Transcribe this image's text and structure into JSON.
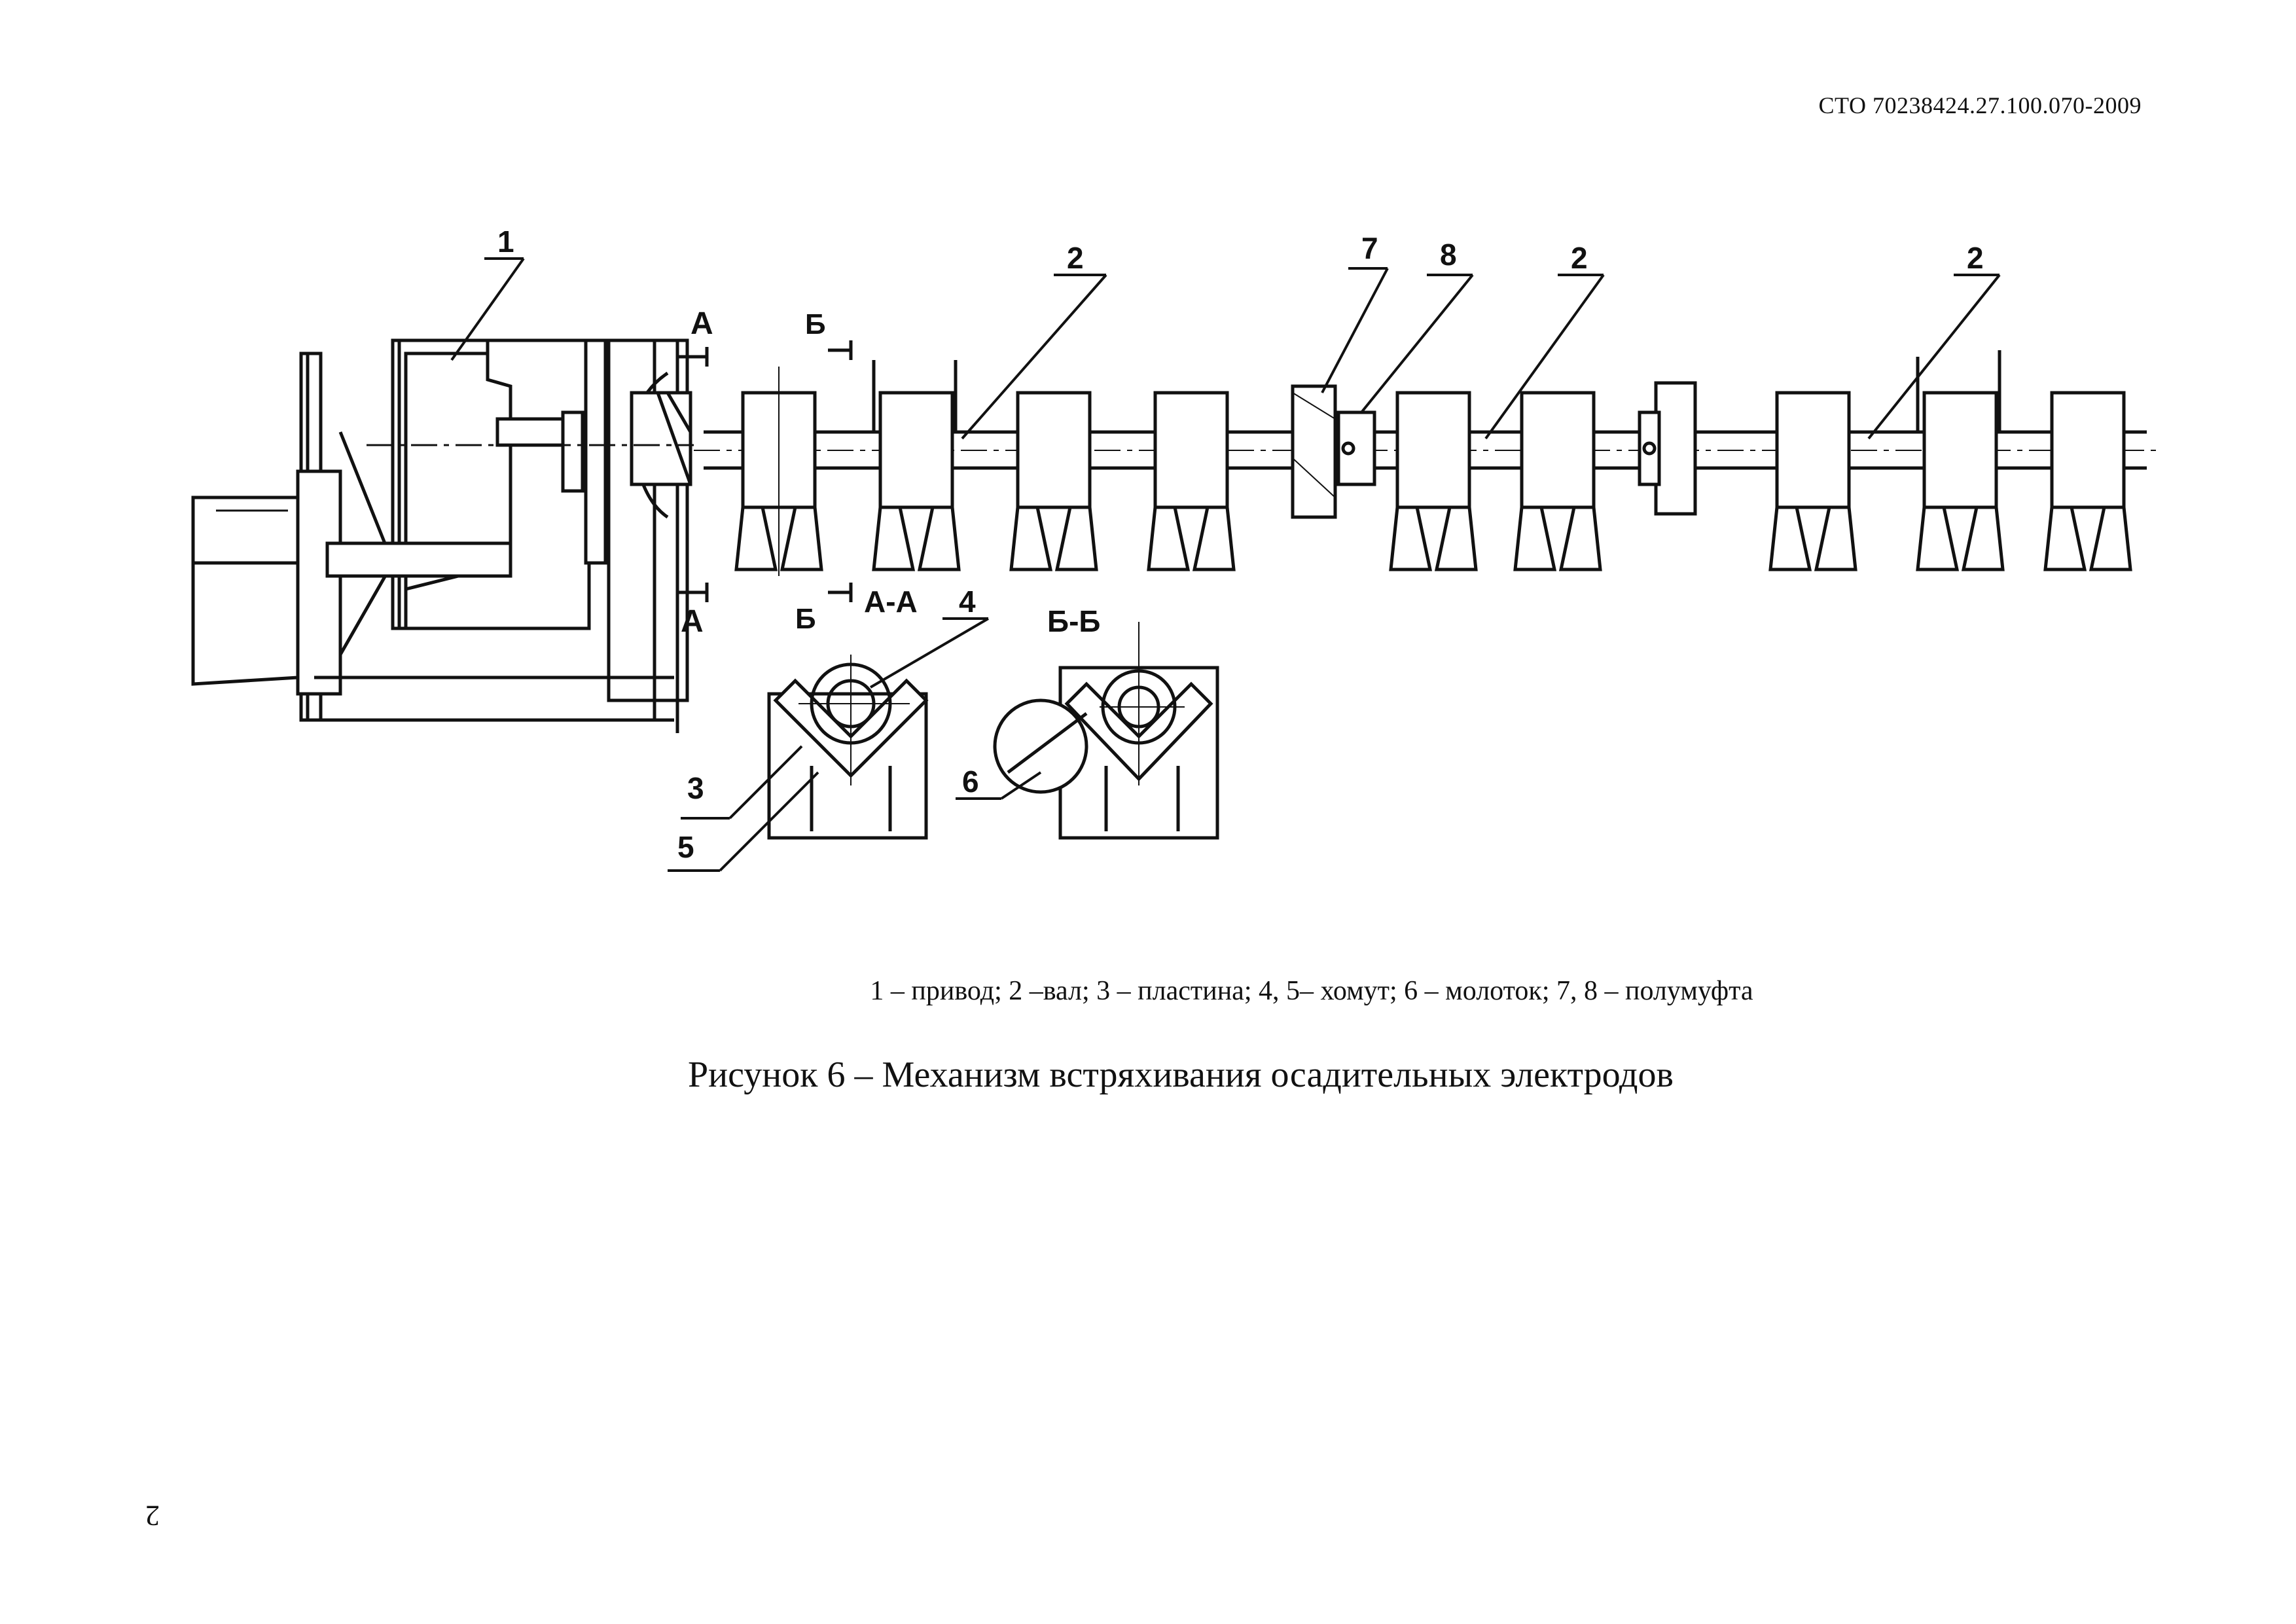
{
  "header": {
    "document_code": "СТО 70238424.27.100.070-2009"
  },
  "figure": {
    "callouts": {
      "c1": "1",
      "c2a": "2",
      "c2b": "2",
      "c2c": "2",
      "c3": "3",
      "c4": "4",
      "c5": "5",
      "c6": "6",
      "c7": "7",
      "c8": "8"
    },
    "section_marks": {
      "a_top": "А",
      "a_bottom": "А",
      "b_top": "Б",
      "b_bottom": "Б",
      "section_aa": "А-А",
      "section_bb": "Б-Б"
    },
    "legend": "1 – привод; 2 –вал; 3 – пластина; 4, 5– хомут; 6 – молоток; 7, 8 – полумуфта",
    "caption": "Рисунок 6 – Механизм встряхивания осадительных электродов"
  },
  "page": {
    "number": "2"
  }
}
